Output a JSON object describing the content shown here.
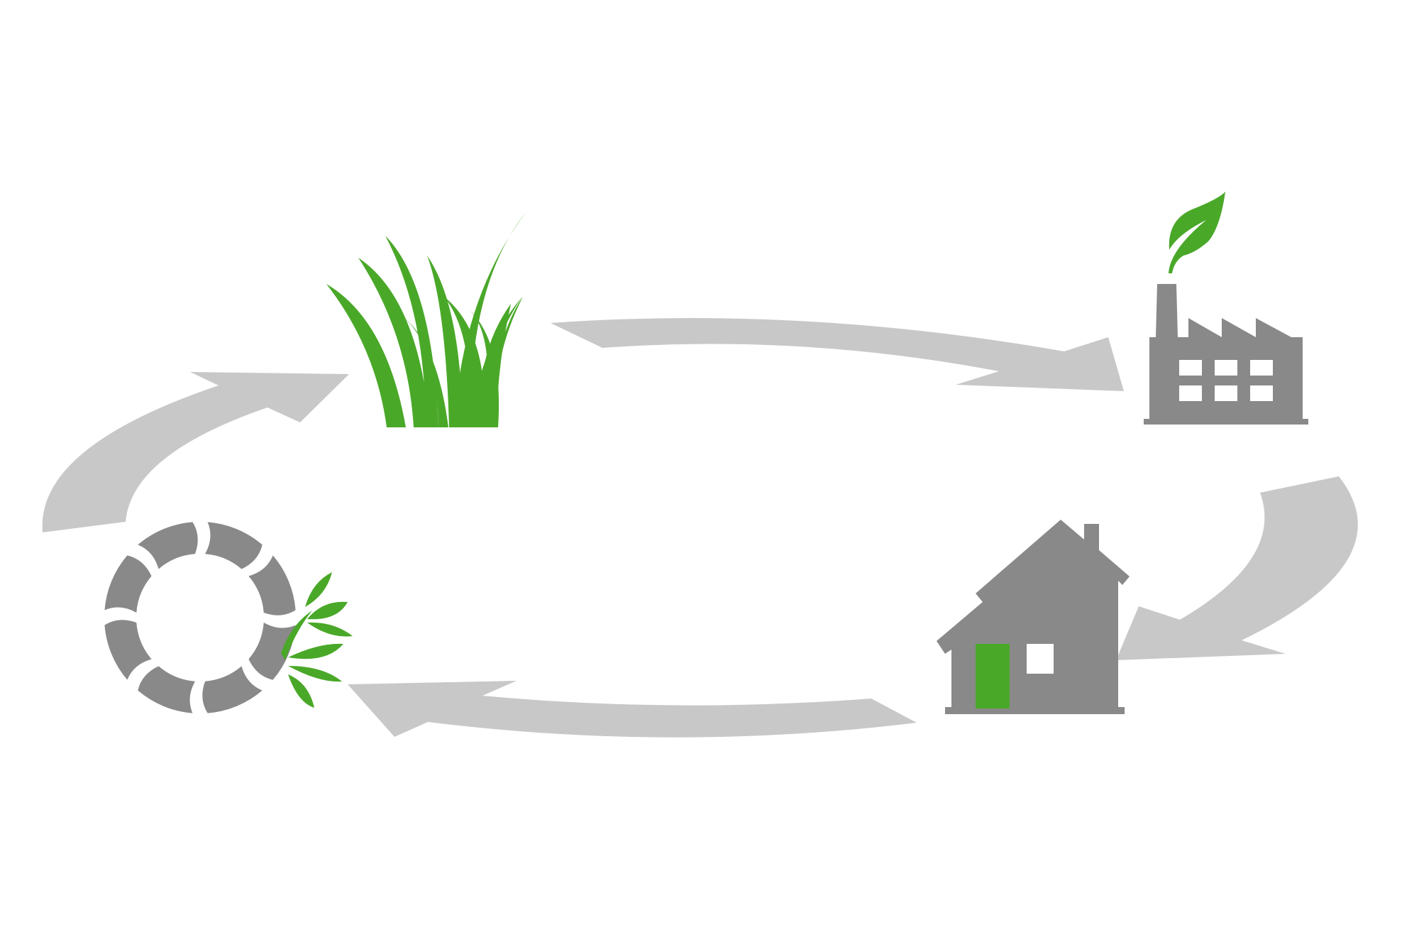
{
  "diagram": {
    "type": "cycle",
    "nodes": [
      {
        "id": "grass",
        "icon": "grass-icon"
      },
      {
        "id": "factory",
        "icon": "factory-with-leaf-icon"
      },
      {
        "id": "house",
        "icon": "house-icon"
      },
      {
        "id": "recycle",
        "icon": "recycling-loop-with-leaves-icon"
      }
    ],
    "edges": [
      {
        "from": "grass",
        "to": "factory"
      },
      {
        "from": "factory",
        "to": "house"
      },
      {
        "from": "house",
        "to": "recycle"
      },
      {
        "from": "recycle",
        "to": "grass"
      }
    ]
  },
  "colors": {
    "background": "#ffffff",
    "arrow": "#c8c8c8",
    "icon_gray": "#898989",
    "leaf_green": "#4aa829",
    "window_white": "#ffffff"
  }
}
